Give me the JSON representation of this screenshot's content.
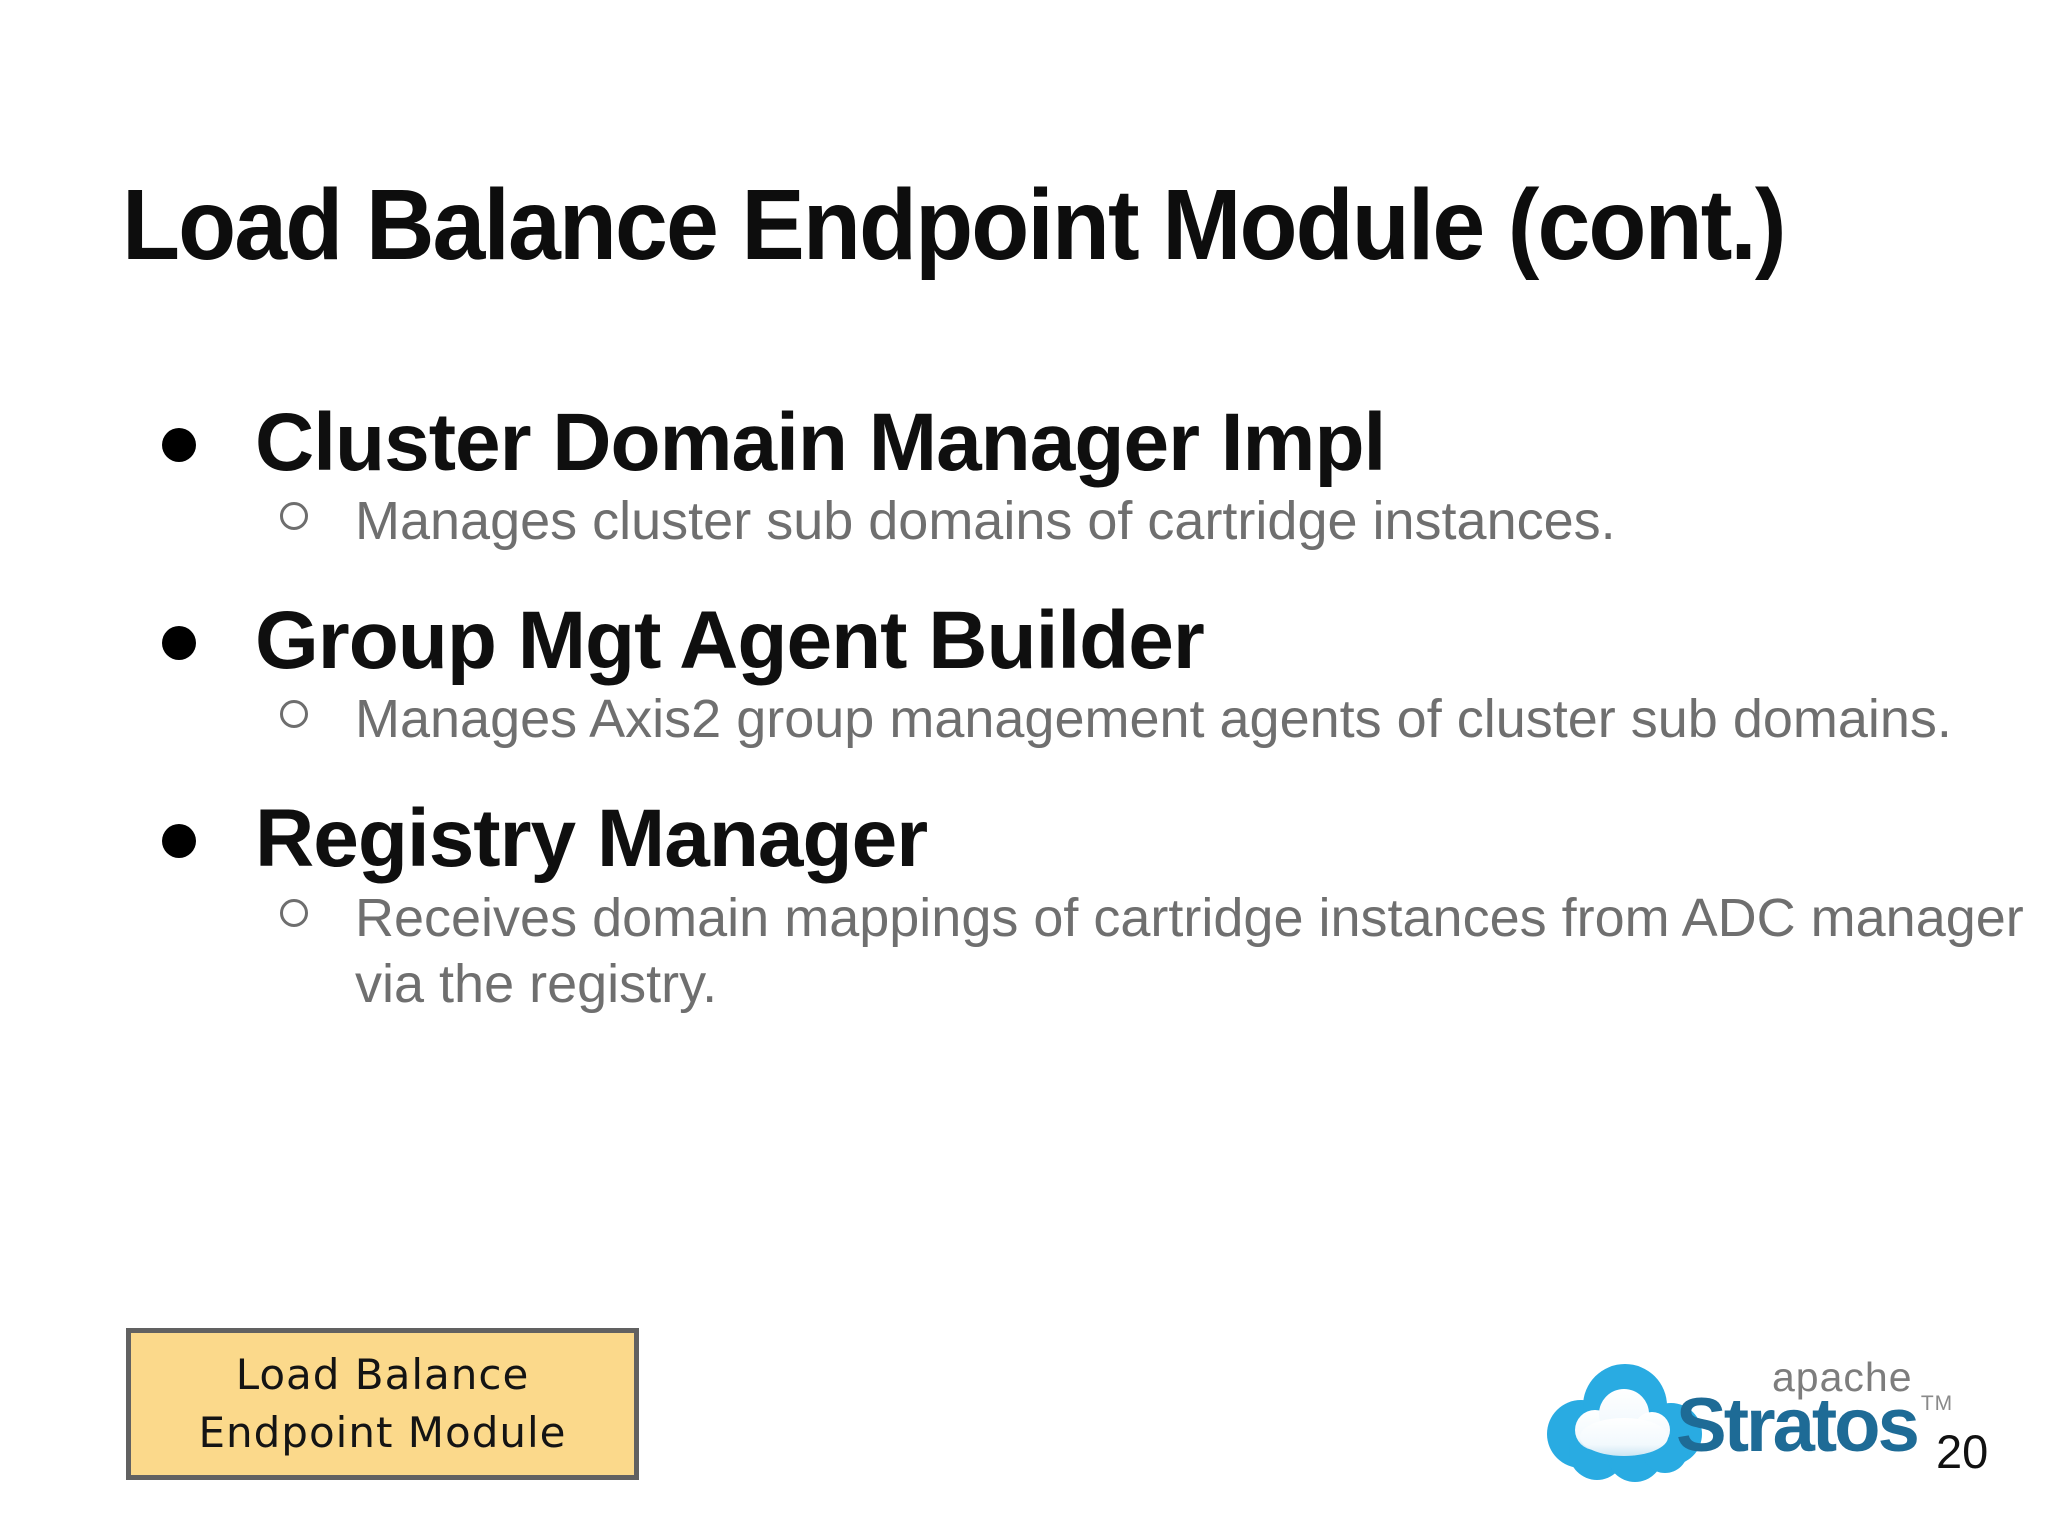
{
  "slide": {
    "title": "Load Balance Endpoint Module (cont.)",
    "bullets": [
      {
        "heading": "Cluster Domain Manager Impl",
        "sub": "Manages cluster sub domains of cartridge instances."
      },
      {
        "heading": "Group Mgt Agent Builder",
        "sub": "Manages Axis2 group management agents of cluster sub domains."
      },
      {
        "heading": "Registry Manager",
        "sub": "Receives domain mappings of cartridge instances from ADC manager\nvia the registry."
      }
    ],
    "callout": {
      "line1": "Load Balance",
      "line2": "Endpoint Module"
    },
    "logo": {
      "apache": "apache",
      "brand": "Stratos",
      "trademark": "TM"
    },
    "page_number": "20",
    "colors": {
      "background": "#ffffff",
      "title_text": "#0d0d0d",
      "body_text": "#6f6f6f",
      "callout_fill": "#fbd98b",
      "callout_border": "#616161",
      "cloud_blue": "#29abe2",
      "stratos_blue": "#1e6b96",
      "apache_gray": "#7d7d7d"
    }
  }
}
